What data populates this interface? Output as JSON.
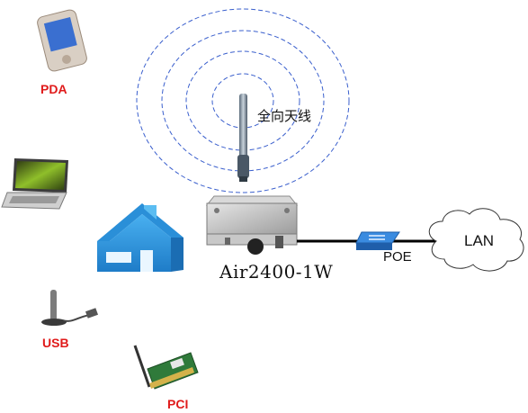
{
  "client_labels": {
    "pda": "PDA",
    "laptop": "",
    "usb": "USB",
    "pci": "PCI"
  },
  "antenna": {
    "label": "全向天线"
  },
  "access_point": {
    "label": "Air2400-1W"
  },
  "switch": {
    "label": "POE"
  },
  "network": {
    "label": "LAN"
  },
  "colors": {
    "wave_rings": "#3a5fcd",
    "house": "#2a8fd8",
    "client_label": "#e01b1b",
    "link_line": "#000000",
    "switch": "#2b74c8"
  }
}
